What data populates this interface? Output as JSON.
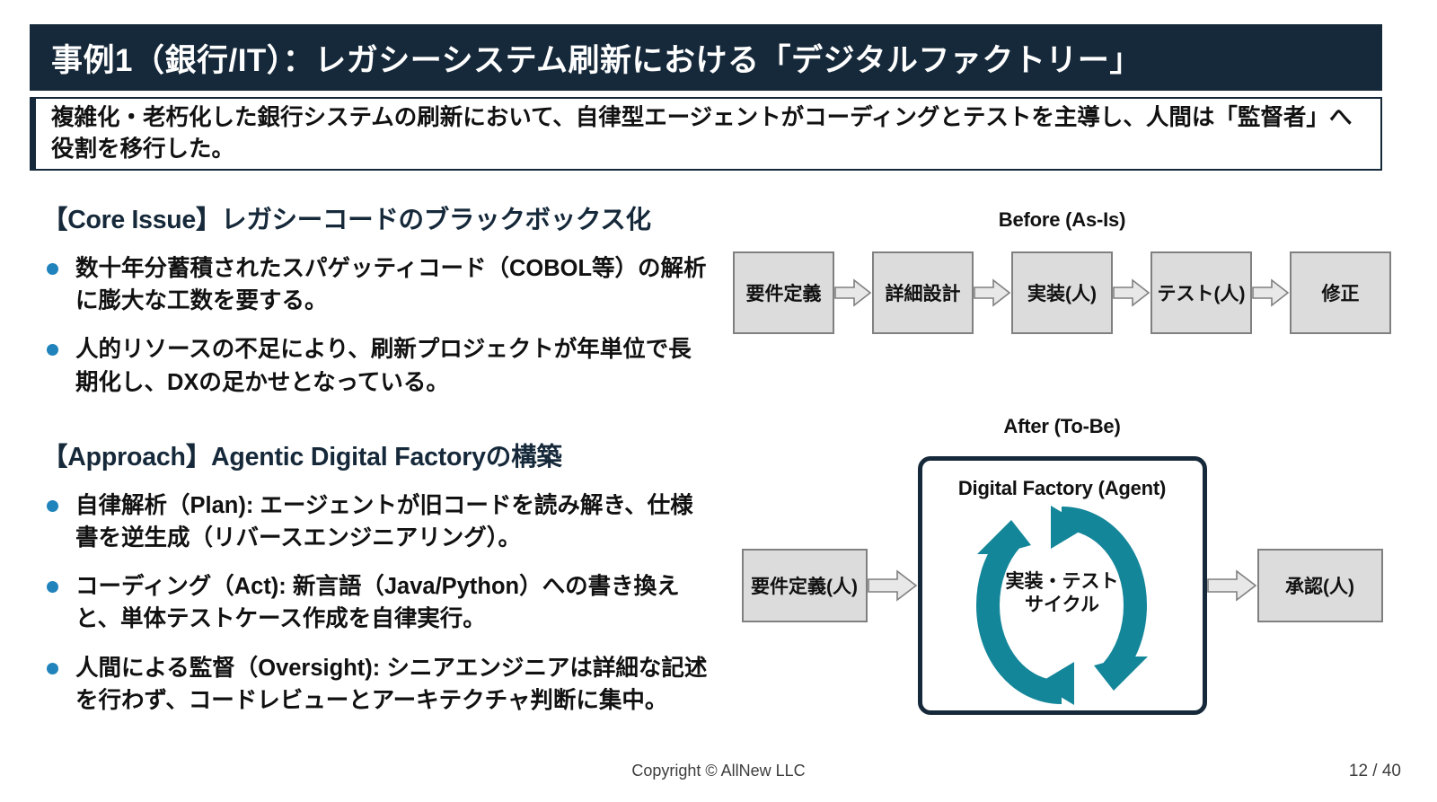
{
  "slide": {
    "title": "事例1（銀行/IT）：レガシーシステム刷新における「デジタルファクトリー」",
    "subtitle": "複雑化・老朽化した銀行システムの刷新において、自律型エージェントがコーディングとテストを主導し、人間は「監督者」へ役割を移行した。",
    "accent_navy": "#16293a",
    "accent_bullet_blue": "#2083bb",
    "accent_teal": "#14869a"
  },
  "left": {
    "core_issue": {
      "heading": "【Core Issue】レガシーコードのブラックボックス化",
      "bullets": [
        "数十年分蓄積されたスパゲッティコード（COBOL等）の解析に膨大な工数を要する。",
        "人的リソースの不足により、刷新プロジェクトが年単位で長期化し、DXの足かせとなっている。"
      ]
    },
    "approach": {
      "heading": "【Approach】Agentic Digital Factoryの構築",
      "bullets": [
        "自律解析（Plan): エージェントが旧コードを読み解き、仕様書を逆生成（リバースエンジニアリング）。",
        "コーディング（Act): 新言語（Java/Python）への書き換えと、単体テストケース作成を自律実行。",
        "人間による監督（Oversight): シニアエンジニアは詳細な記述を行わず、コードレビューとアーキテクチャ判断に集中。"
      ]
    }
  },
  "right": {
    "before": {
      "label": "Before (As-Is)",
      "steps": [
        "要件定義",
        "詳細設計",
        "実装(人)",
        "テスト(人)",
        "修正"
      ]
    },
    "after": {
      "label": "After (To-Be)",
      "input_step": "要件定義(人)",
      "factory_title": "Digital Factory (Agent)",
      "cycle_line1": "実装・テスト",
      "cycle_line2": "サイクル",
      "output_step": "承認(人)"
    }
  },
  "footer": {
    "copyright": "Copyright © AllNew LLC",
    "page": "12 / 40"
  }
}
